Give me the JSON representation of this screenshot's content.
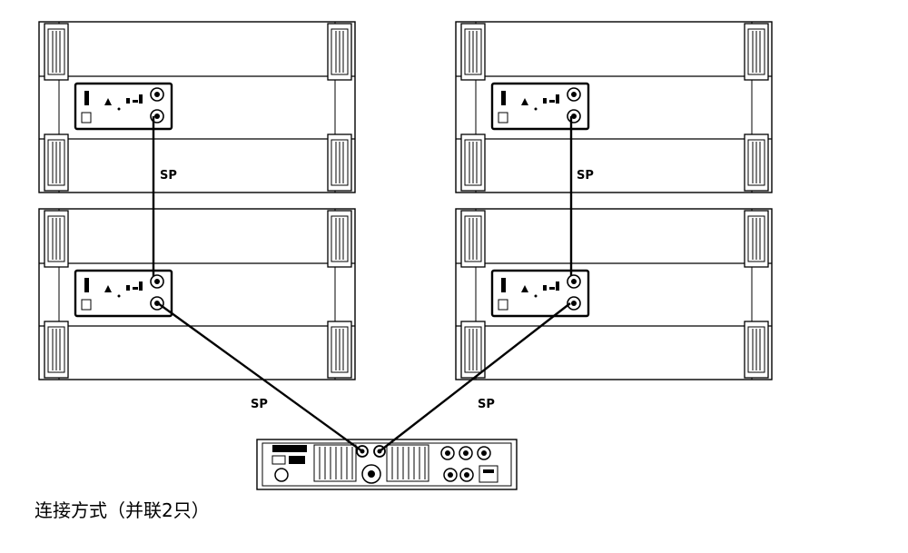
{
  "diagram": {
    "caption": "连接方式（并联2只）",
    "cable_label": "SP",
    "speakers": [
      {
        "id": "left-top"
      },
      {
        "id": "left-bottom"
      },
      {
        "id": "right-top"
      },
      {
        "id": "right-bottom"
      }
    ],
    "amplifier": {
      "id": "power-amplifier"
    },
    "cables": [
      {
        "from": "left-top",
        "to": "left-bottom",
        "label": "SP"
      },
      {
        "from": "right-top",
        "to": "right-bottom",
        "label": "SP"
      },
      {
        "from": "left-bottom",
        "to": "amplifier-output-1",
        "label": "SP"
      },
      {
        "from": "right-bottom",
        "to": "amplifier-output-2",
        "label": "SP"
      }
    ]
  }
}
